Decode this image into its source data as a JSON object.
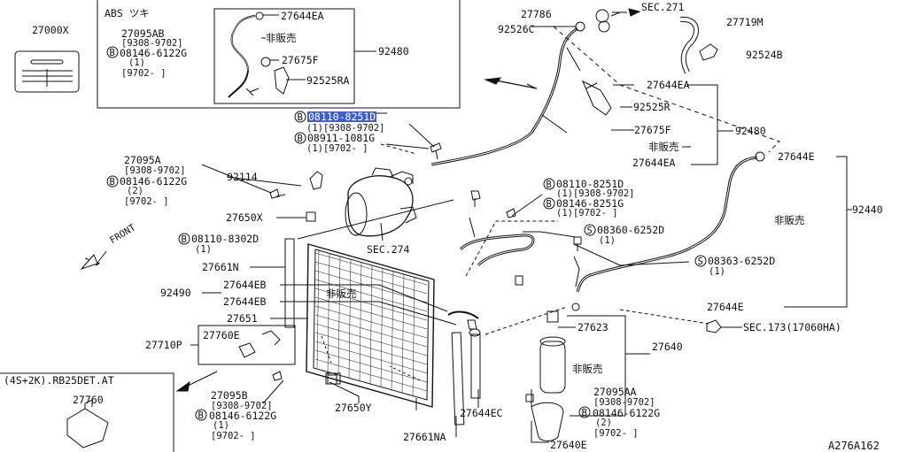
{
  "diagram_id": "A276A162",
  "header_inset": {
    "abs_label": "ABS ツキ"
  },
  "bottom_left_inset": {
    "title": "(4S+2K).RB25DET.AT",
    "part": "27760"
  },
  "front_label": "FRONT",
  "labels": {
    "p27000x": "27000X",
    "p27095ab": "27095AB",
    "p27095ab_range": "[9308-9702]",
    "p08146_6122g_a": "08146-6122G",
    "qty1_a": "(1)",
    "p9702_a": "[9702-     ]",
    "p27644ea_top": "27644EA",
    "hanbai_top": "非販売",
    "p27675f_top": "27675F",
    "p92525ra": "92525RA",
    "p92480_top": "92480",
    "p08110_8251d_hl": "08110-8251D",
    "p08110_qty_hl": "(1)[9308-9702]",
    "p08911_1081g": "08911-1081G",
    "p08911_qty": "(1)[9702-     ]",
    "p27786": "27786",
    "sec271": "SEC.271",
    "p27719m": "27719M",
    "p92526c": "92526C",
    "p92524b": "92524B",
    "p27644ea_r": "27644EA",
    "p92525r": "92525R",
    "p27675f_r": "27675F",
    "p92480_r": "92480",
    "hanbai_r": "非販売",
    "p27644ea_r2": "27644EA",
    "p27644e_top": "27644E",
    "p92440": "92440",
    "hanbai_92440": "非販売",
    "p27095a": "27095A",
    "p27095a_range": "[9308-9702]",
    "p08146_6122g_b": "08146-6122G",
    "qty2_b": "(2)",
    "p9702_b": "[9702-     ]",
    "p92114": "92114",
    "p27650x": "27650X",
    "sec274": "SEC.274",
    "p08110_8251d_b": "08110-8251D",
    "p08110_b_qty": "(1)[9308-9702]",
    "p08146_8251g": "08146-8251G",
    "p08146_8251g_qty": "(1)[9702-     ]",
    "p08110_8302d": "08110-8302D",
    "qty1_8302": "(1)",
    "p08360_6252d": "08360-6252D",
    "qty1_8360": "(1)",
    "p08363_6252d": "08363-6252D",
    "qty1_8363": "(1)",
    "p27661n": "27661N",
    "p92490": "92490",
    "p27644eb_a": "27644EB",
    "p27644eb_b": "27644EB",
    "hanbai_eb": "非販売",
    "p27651": "27651",
    "p27644e_mid": "27644E",
    "sec173": "SEC.173(17060HA)",
    "p27623": "27623",
    "p27640": "27640",
    "hanbai_27640": "非販売",
    "p27710p": "27710P",
    "p27760e": "27760E",
    "p27095b": "27095B",
    "p27095b_range": "[9308-9702]",
    "p08146_6122g_c": "08146-6122G",
    "qty1_c": "(1)",
    "p9702_c": "[9702-     ]",
    "p27650y": "27650Y",
    "p27644ec": "27644EC",
    "p27661na": "27661NA",
    "p27095aa": "27095AA",
    "p27095aa_range": "[9308-9702]",
    "p08146_6122g_d": "08146-6122G",
    "qty2_d": "(2)",
    "p9702_d": "[9702-     ]",
    "p27640e": "27640E"
  }
}
